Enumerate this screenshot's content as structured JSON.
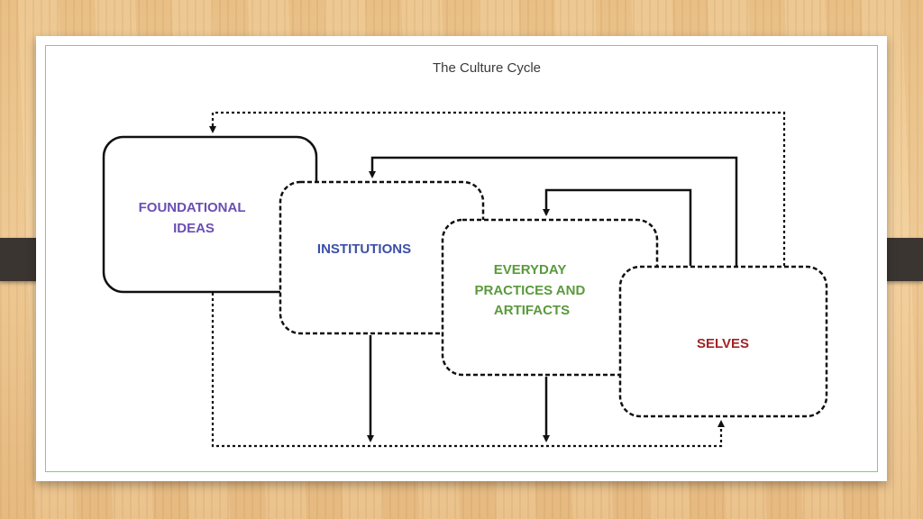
{
  "diagram": {
    "title": "The Culture Cycle",
    "boxes": {
      "foundational_ideas": {
        "line1": "FOUNDATIONAL",
        "line2": "IDEAS",
        "color": "#6a4fb3"
      },
      "institutions": {
        "line1": "INSTITUTIONS",
        "color": "#3b4fa8"
      },
      "everyday_practices": {
        "line1": "EVERYDAY",
        "line2": "PRACTICES AND",
        "line3": "ARTIFACTS",
        "color": "#5a9a3c"
      },
      "selves": {
        "line1": "SELVES",
        "color": "#a02525"
      }
    }
  },
  "slide": {
    "tab_color": "#3b3531",
    "frame_color": "#8cc97a"
  }
}
